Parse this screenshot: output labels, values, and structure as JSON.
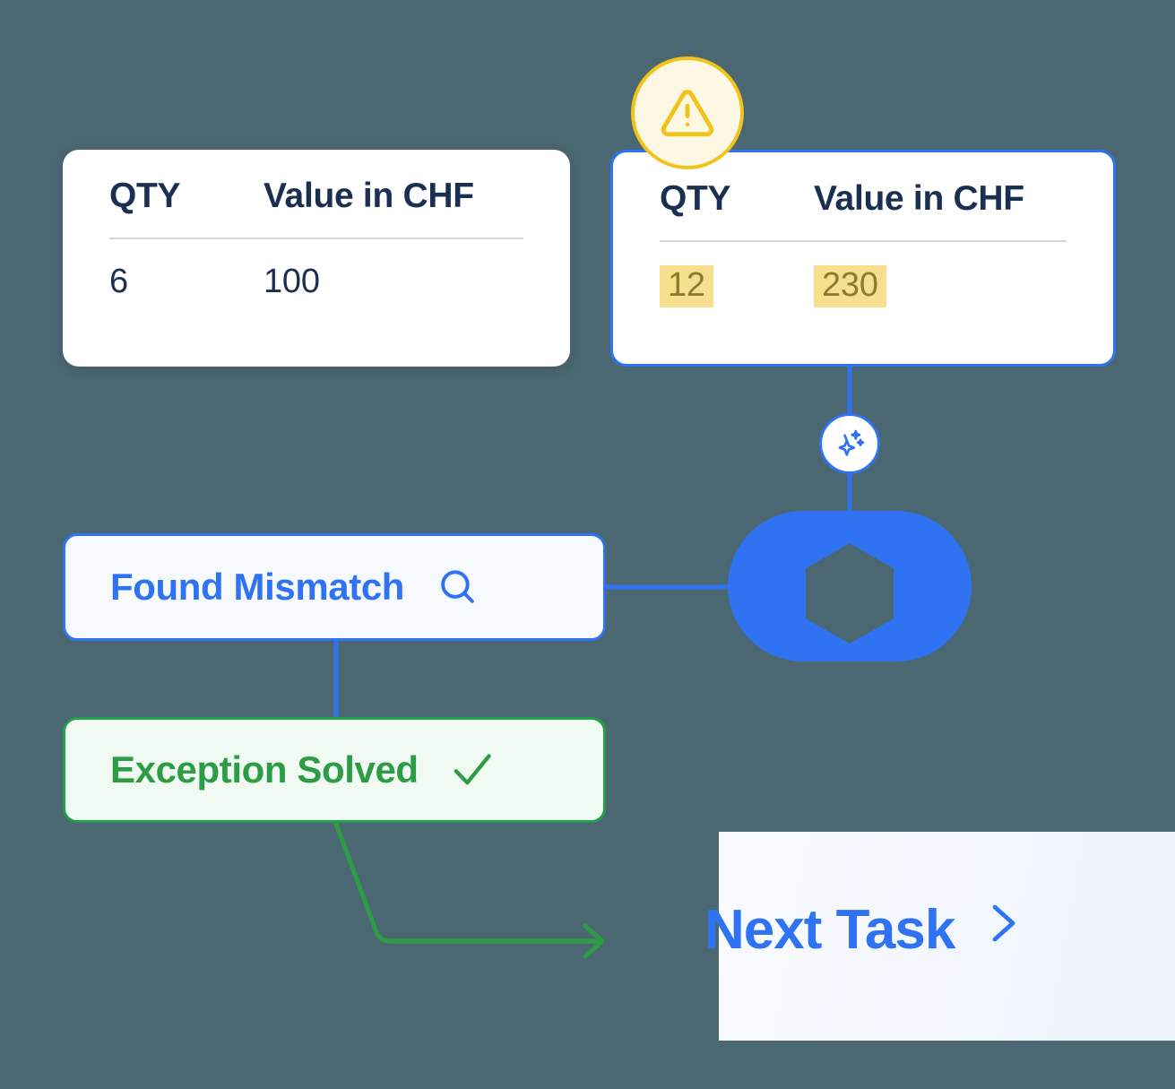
{
  "colors": {
    "background": "#4b6771",
    "accent_blue": "#2f73f2",
    "success_green": "#24a148",
    "warning_yellow": "#f0c41b",
    "highlight_bg": "#f6e08d",
    "highlight_text": "#8c7b30",
    "card_text_navy": "#1b2f52",
    "card_white": "#ffffff"
  },
  "source_record": {
    "name": "source-record-card",
    "columns": [
      "QTY",
      "Value in CHF"
    ],
    "row": [
      "6",
      "100"
    ],
    "highlighted": [
      false,
      false
    ],
    "flagged": false
  },
  "flagged_record": {
    "name": "flagged-record-card",
    "columns": [
      "QTY",
      "Value in CHF"
    ],
    "row": [
      "12",
      "230"
    ],
    "highlighted": [
      true,
      true
    ],
    "flagged": true,
    "badge_icon": "warning-triangle-icon"
  },
  "ai_node": {
    "icon": "sparkle-icon"
  },
  "process_node": {
    "icon": "hexagon-process-icon"
  },
  "chips": [
    {
      "id": "found-mismatch",
      "label": "Found Mismatch",
      "icon": "search-icon",
      "state": "active"
    },
    {
      "id": "exception-solved",
      "label": "Exception Solved",
      "icon": "check-icon",
      "state": "success"
    }
  ],
  "next_task": {
    "label": "Next Task",
    "icon": "chevron-right-icon"
  }
}
